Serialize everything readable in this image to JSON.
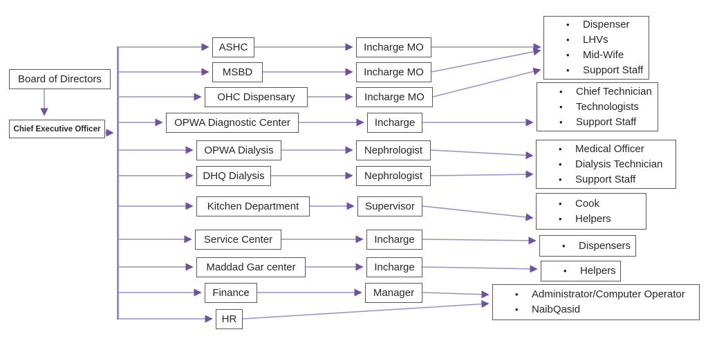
{
  "glyphs": {
    "bullet": "•"
  },
  "palette": {
    "connector_line": "#9a8cc7",
    "connector_arrow": "#7050a0",
    "spine": "#8b78bb",
    "box_border": "#555555",
    "text": "#262626"
  },
  "org": {
    "board": "Board of Directors",
    "ceo": "Chief Executive Officer"
  },
  "rows": [
    {
      "dept": "ASHC",
      "role": "Incharge MO"
    },
    {
      "dept": "MSBD",
      "role": "Incharge MO"
    },
    {
      "dept": "OHC Dispensary",
      "role": "Incharge MO"
    },
    {
      "dept": "OPWA Diagnostic Center",
      "role": "Incharge"
    },
    {
      "dept": "OPWA Dialysis",
      "role": "Nephrologist"
    },
    {
      "dept": "DHQ Dialysis",
      "role": "Nephrologist"
    },
    {
      "dept": "Kitchen Department",
      "role": "Supervisor"
    },
    {
      "dept": "Service Center",
      "role": "Incharge"
    },
    {
      "dept": "Maddad Gar center",
      "role": "Incharge"
    },
    {
      "dept": "Finance",
      "role": "Manager"
    },
    {
      "dept": "HR",
      "role": ""
    }
  ],
  "staff_groups": [
    {
      "name": "clinic-staff",
      "items": [
        "Dispenser",
        "LHVs",
        "Mid-Wife",
        "Support Staff"
      ]
    },
    {
      "name": "diagnostic-staff",
      "items": [
        "Chief Technician",
        "Technologists",
        "Support Staff"
      ]
    },
    {
      "name": "dialysis-staff",
      "items": [
        "Medical Officer",
        "Dialysis Technician",
        "Support Staff"
      ]
    },
    {
      "name": "kitchen-staff",
      "items": [
        "Cook",
        "Helpers"
      ]
    },
    {
      "name": "service-staff",
      "items": [
        "Dispensers"
      ]
    },
    {
      "name": "maddadgar-staff",
      "items": [
        "Helpers"
      ]
    },
    {
      "name": "admin-staff",
      "items": [
        "Administrator/Computer Operator",
        "NaibQasid"
      ]
    }
  ]
}
